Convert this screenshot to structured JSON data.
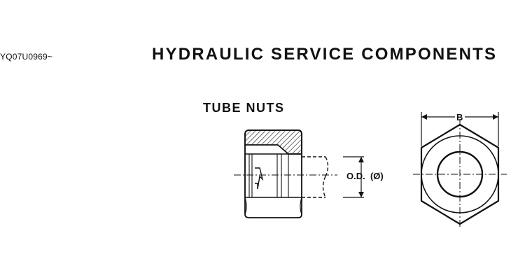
{
  "header": {
    "document_id": "YQ07U0969~",
    "title": "HYDRAULIC SERVICE COMPONENTS"
  },
  "section": {
    "title": "TUBE NUTS"
  },
  "diagram": {
    "od_label": "O.D.  (Ø)",
    "width_label": "B"
  }
}
